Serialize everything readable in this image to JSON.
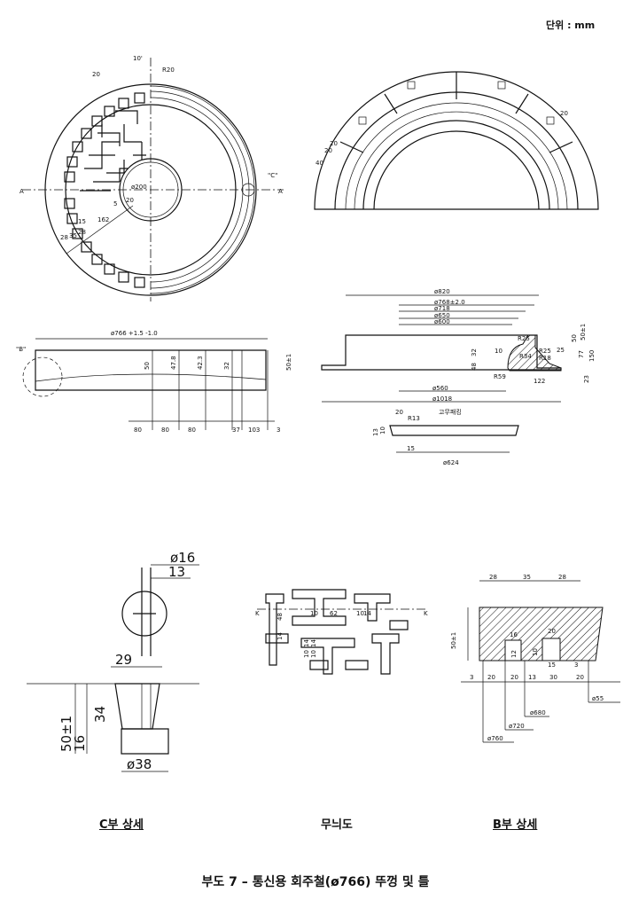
{
  "unit_label": "단위 : mm",
  "top_plan": {
    "labels": [
      "10'",
      "R20",
      "20",
      "\"C\"",
      "A",
      "A",
      "ø200",
      "5",
      "20",
      "162",
      "15",
      "28",
      "35",
      "28"
    ]
  },
  "top_frame_plan": {
    "labels": [
      "20",
      "40",
      "20",
      "20"
    ]
  },
  "cover_section": {
    "labels": [
      "ø766 +1.5 -1.0",
      "\"B\"",
      "50",
      "47.8",
      "42.3",
      "32",
      "50±1",
      "80",
      "80",
      "80",
      "37",
      "103",
      "3"
    ]
  },
  "frame_section": {
    "labels": [
      "ø820",
      "ø768±2.0",
      "ø718",
      "ø650",
      "ø600",
      "50±1",
      "50",
      "150",
      "77",
      "R25",
      "R25",
      "R18",
      "R34",
      "25",
      "10",
      "48",
      "32",
      "R59",
      "122",
      "23",
      "ø560",
      "ø1018"
    ]
  },
  "gasket": {
    "title": "고무패킹",
    "labels": [
      "20",
      "R13",
      "13",
      "10",
      "15",
      "ø624"
    ]
  },
  "detail_c": {
    "caption": "C부 상세",
    "labels": [
      "ø16",
      "13",
      "29",
      "34",
      "50±1",
      "16",
      "ø38"
    ]
  },
  "pattern": {
    "caption": "무늬도",
    "labels": [
      "K",
      "K",
      "48",
      "10",
      "62",
      "10",
      "14",
      "14",
      "10",
      "14",
      "10",
      "14"
    ]
  },
  "detail_b": {
    "caption": "B부 상세",
    "labels": [
      "28",
      "35",
      "28",
      "50±1",
      "16",
      "20",
      "12",
      "10",
      "15",
      "3",
      "3",
      "20",
      "20",
      "13",
      "30",
      "20",
      "ø55",
      "ø680",
      "ø720",
      "ø760"
    ]
  },
  "figure_title": "부도 7 – 통신용 회주철(ø766) 뚜껑 및 틀"
}
